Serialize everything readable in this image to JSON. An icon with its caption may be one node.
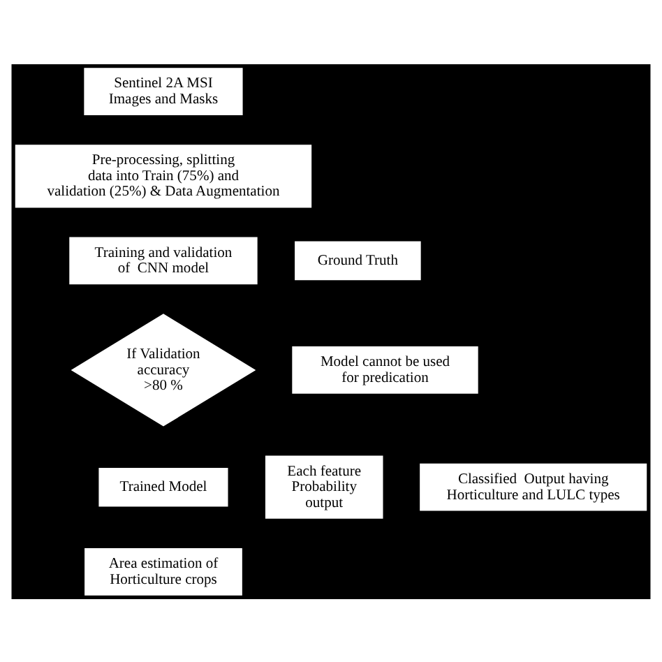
{
  "diagram": {
    "nodes": [
      {
        "text": [
          "Sentinel 2A MSI Images and Masks"
        ]
      },
      {
        "text": [
          "Pre-processing, splitting data into Train (75%) and validation (25%) & Data Augmentation"
        ]
      },
      {
        "text": [
          "Training and validation of  CNN model"
        ]
      },
      {
        "text": [
          "Ground Truth"
        ]
      },
      {
        "text": [
          "If Validation accuracy >80 %"
        ]
      },
      {
        "text": [
          "Model cannot be used for predication"
        ]
      },
      {
        "text": [
          "Each feature Probability output"
        ]
      },
      {
        "text": [
          "Trained Model"
        ]
      },
      {
        "text": [
          "Classified  Output having Horticulture and LULC types"
        ]
      },
      {
        "text": [
          "Area estimation of Horticulture crops"
        ]
      }
    ]
  }
}
